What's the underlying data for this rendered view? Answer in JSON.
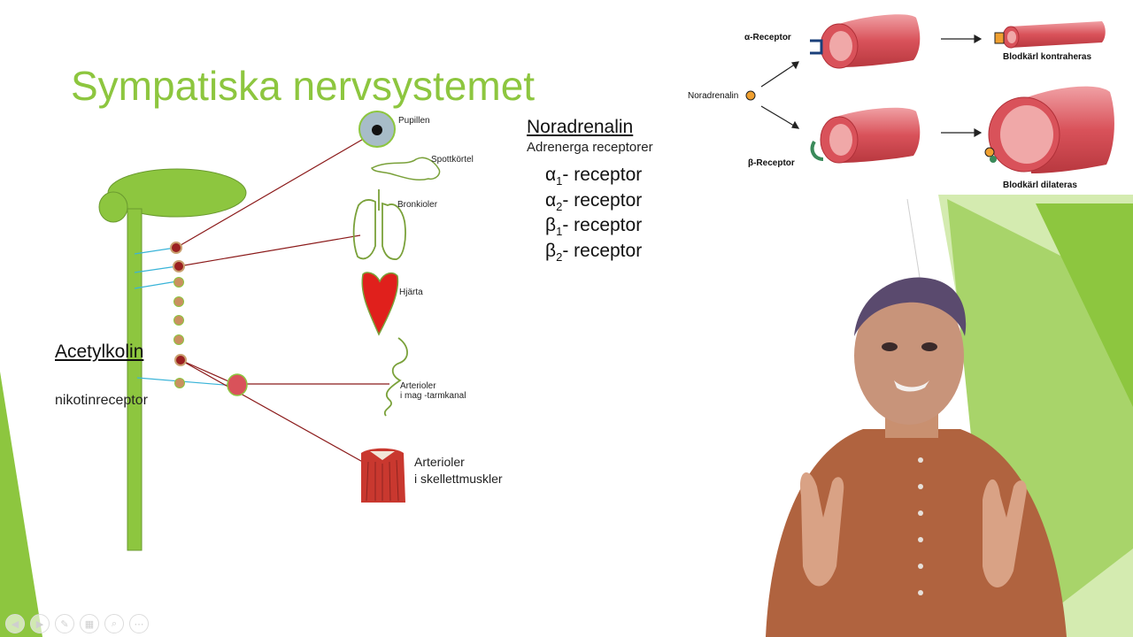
{
  "slide": {
    "title": "Sympatiska nervsystemet"
  },
  "organs": {
    "pupillen": "Pupillen",
    "spottkortel": "Spottkörtel",
    "bronkioler": "Bronkioler",
    "hjarta": "Hjärta",
    "arterioler_mag_line1": "Arterioler",
    "arterioler_mag_line2": "i mag -tarmkanal",
    "arterioler_skelett_line1": "Arterioler",
    "arterioler_skelett_line2": "i skellettmuskler"
  },
  "left_text": {
    "acetylkolin": "Acetylkolin",
    "nikotinreceptor": "nikotinreceptor"
  },
  "receptors": {
    "heading": "Noradrenalin",
    "subheading": "Adrenerga receptorer",
    "items": [
      {
        "symbol": "α",
        "sub": "1",
        "text": "- receptor"
      },
      {
        "symbol": "α",
        "sub": "2",
        "text": "- receptor"
      },
      {
        "symbol": "β",
        "sub": "1",
        "text": "- receptor"
      },
      {
        "symbol": "β",
        "sub": "2",
        "text": "- receptor"
      }
    ]
  },
  "vessel_figure": {
    "alpha_label": "α-Receptor",
    "beta_label": "β-Receptor",
    "noradrenalin_label": "Noradrenalin",
    "contract_label": "Blodkärl kontraheras",
    "dilate_label": "Blodkärl dilateras"
  },
  "colors": {
    "accent_green": "#8dc63f",
    "nerve_red": "#8b1a1a",
    "fiber_blue": "#3ab4d8",
    "vessel_red": "#d9525a",
    "shirt": "#b0633f"
  },
  "toolbar": {
    "icons": [
      "previous-icon",
      "next-icon",
      "pen-icon",
      "slides-icon",
      "zoom-icon",
      "more-icon"
    ]
  }
}
